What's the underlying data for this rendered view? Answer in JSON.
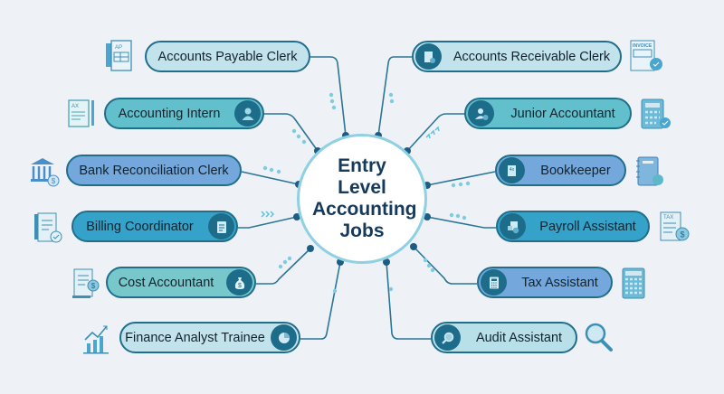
{
  "center": {
    "title": "Entry Level Accounting Jobs"
  },
  "left_jobs": [
    {
      "label": "Accounts Payable Clerk",
      "icon": "ap-document-icon"
    },
    {
      "label": "Accounting Intern",
      "icon": "user-icon"
    },
    {
      "label": "Bank Reconciliation Clerk",
      "icon": "bank-icon"
    },
    {
      "label": "Billing Coordinator",
      "icon": "clipboard-icon"
    },
    {
      "label": "Cost Accountant",
      "icon": "money-bag-icon"
    },
    {
      "label": "Finance Analyst Trainee",
      "icon": "pie-chart-icon"
    }
  ],
  "right_jobs": [
    {
      "label": "Accounts Receivable Clerk",
      "icon": "invoice-icon"
    },
    {
      "label": "Junior Accountant",
      "icon": "user-check-icon"
    },
    {
      "label": "Bookkeeper",
      "icon": "ledger-icon"
    },
    {
      "label": "Payroll Assistant",
      "icon": "payroll-icon"
    },
    {
      "label": "Tax Assistant",
      "icon": "calculator-icon"
    },
    {
      "label": "Audit Assistant",
      "icon": "magnifier-icon"
    }
  ],
  "side_labels": {
    "ap": "AP",
    "ax": "AX",
    "invoice": "INVOICE",
    "tax": "TAX",
    "fourx": "4x"
  },
  "colors": {
    "line": "#1f6e8c",
    "light": "#c2e3ec",
    "teal": "#62c0cc",
    "blue": "#74a8dd",
    "accent": "#8fd0e3"
  }
}
